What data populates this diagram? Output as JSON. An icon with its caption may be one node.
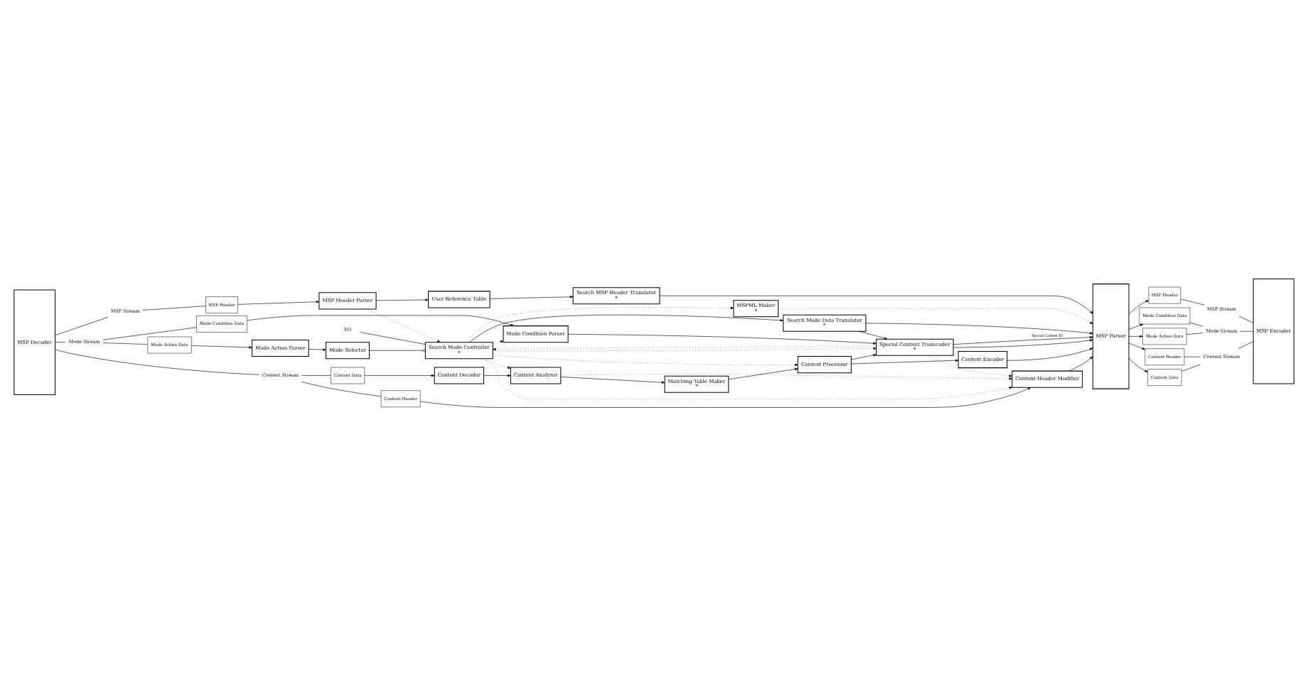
{
  "diagram": {
    "nodes": [
      {
        "text": [
          "MSP Decoder"
        ]
      },
      {
        "text": [
          "MSP Stream"
        ]
      },
      {
        "text": [
          "MSP Header"
        ]
      },
      {
        "text": [
          "MSP Header Parser"
        ]
      },
      {
        "text": [
          "User Reference Table"
        ]
      },
      {
        "text": [
          "Search MSP Header Translator",
          "*"
        ]
      },
      {
        "text": [
          "Mode Stream"
        ]
      },
      {
        "text": [
          "Mode Condition Data"
        ]
      },
      {
        "text": [
          "Mode Condition Parser"
        ]
      },
      {
        "text": [
          "Mode Action Data"
        ]
      },
      {
        "text": [
          "Mode Action Parser"
        ]
      },
      {
        "text": [
          "Mode Selector"
        ]
      },
      {
        "text": [
          "Search Mode Controller",
          "*"
        ]
      },
      {
        "text": [
          "MSPML Maker",
          "*"
        ]
      },
      {
        "text": [
          "Search Mode Data Translator",
          "*"
        ]
      },
      {
        "text": [
          "I/O"
        ]
      },
      {
        "text": [
          "Content Stream"
        ]
      },
      {
        "text": [
          "Content Header"
        ]
      },
      {
        "text": [
          "Content Data"
        ]
      },
      {
        "text": [
          "Content Header Modifier"
        ]
      },
      {
        "text": [
          "Content Decoder"
        ]
      },
      {
        "text": [
          "Content Analyzer"
        ]
      },
      {
        "text": [
          "Matching Table Maker",
          "*"
        ]
      },
      {
        "text": [
          "Content Processor"
        ]
      },
      {
        "text": [
          "Content Encoder"
        ]
      },
      {
        "text": [
          "Special Content Transcoder",
          "*"
        ]
      },
      {
        "text": [
          "MSP Parser"
        ]
      },
      {
        "text": [
          "MSP Stream"
        ]
      },
      {
        "text": [
          "MSP Header"
        ]
      },
      {
        "text": [
          "Mode Stream"
        ]
      },
      {
        "text": [
          "Mode Condition Data"
        ]
      },
      {
        "text": [
          "Mode Action Data"
        ]
      },
      {
        "text": [
          "Content Stream"
        ]
      },
      {
        "text": [
          "Content Header"
        ]
      },
      {
        "text": [
          "Content Data"
        ]
      },
      {
        "text": [
          "MSP Encoder"
        ]
      }
    ],
    "edges": [
      {
        "from": 0,
        "to": 1,
        "arrow": "none"
      },
      {
        "from": 1,
        "to": 2,
        "arrow": "none"
      },
      {
        "from": 2,
        "to": 3,
        "arrow": "to"
      },
      {
        "from": 3,
        "to": 4,
        "arrow": "to"
      },
      {
        "from": 4,
        "to": 5,
        "arrow": "to"
      },
      {
        "from": 5,
        "to": 26,
        "arrow": "to"
      },
      {
        "from": 3,
        "to": 12,
        "arrow": "to",
        "style": "dashed"
      },
      {
        "from": 0,
        "to": 6,
        "arrow": "none"
      },
      {
        "from": 6,
        "to": 7,
        "arrow": "none"
      },
      {
        "from": 6,
        "to": 9,
        "arrow": "none"
      },
      {
        "from": 7,
        "to": 8,
        "arrow": "to"
      },
      {
        "from": 9,
        "to": 10,
        "arrow": "to"
      },
      {
        "from": 10,
        "to": 11,
        "arrow": "to"
      },
      {
        "from": 11,
        "to": 12,
        "arrow": "other"
      },
      {
        "from": 12,
        "to": 8,
        "arrow": "to",
        "style": "dashed"
      },
      {
        "from": 15,
        "to": 12,
        "arrow": "none"
      },
      {
        "from": 8,
        "to": 25,
        "arrow": "to"
      },
      {
        "from": 12,
        "to": 13,
        "arrow": "to",
        "style": "dashed"
      },
      {
        "from": 13,
        "to": 26,
        "arrow": "to",
        "style": "dashed"
      },
      {
        "from": 12,
        "to": 14,
        "arrow": "to"
      },
      {
        "from": 14,
        "to": 26,
        "arrow": "to"
      },
      {
        "from": 14,
        "to": 25,
        "arrow": "to"
      },
      {
        "from": 25,
        "to": 26,
        "arrow": "to"
      },
      {
        "from": 25,
        "to": 26,
        "arrow": "to",
        "label": "Special Content ID"
      },
      {
        "from": 0,
        "to": 16,
        "arrow": "none"
      },
      {
        "from": 16,
        "to": 17,
        "arrow": "none"
      },
      {
        "from": 16,
        "to": 18,
        "arrow": "none"
      },
      {
        "from": 17,
        "to": 19,
        "arrow": "to"
      },
      {
        "from": 19,
        "to": 26,
        "arrow": "to"
      },
      {
        "from": 18,
        "to": 20,
        "arrow": "to"
      },
      {
        "from": 20,
        "to": 21,
        "arrow": "to"
      },
      {
        "from": 21,
        "to": 22,
        "arrow": "to"
      },
      {
        "from": 22,
        "to": 23,
        "arrow": "to"
      },
      {
        "from": 23,
        "to": 24,
        "arrow": "to"
      },
      {
        "from": 24,
        "to": 26,
        "arrow": "to"
      },
      {
        "from": 21,
        "to": 19,
        "arrow": "to",
        "style": "dashed"
      },
      {
        "from": 12,
        "to": 19,
        "arrow": "to",
        "style": "dashed"
      },
      {
        "from": 12,
        "to": 21,
        "arrow": "to",
        "style": "dashed"
      },
      {
        "from": 12,
        "to": 25,
        "arrow": "to",
        "style": "dashed"
      },
      {
        "from": 25,
        "to": 12,
        "arrow": "to",
        "style": "dashed"
      },
      {
        "from": 25,
        "to": 19,
        "arrow": "to",
        "style": "dashed"
      },
      {
        "from": 12,
        "to": 23,
        "arrow": "to",
        "style": "dashed"
      },
      {
        "from": 23,
        "to": 25,
        "arrow": "to"
      },
      {
        "from": 26,
        "to": 28,
        "arrow": "to"
      },
      {
        "from": 26,
        "to": 30,
        "arrow": "to"
      },
      {
        "from": 26,
        "to": 31,
        "arrow": "to"
      },
      {
        "from": 26,
        "to": 33,
        "arrow": "to"
      },
      {
        "from": 26,
        "to": 34,
        "arrow": "to"
      },
      {
        "from": 28,
        "to": 27,
        "arrow": "none"
      },
      {
        "from": 27,
        "to": 35,
        "arrow": "none"
      },
      {
        "from": 30,
        "to": 29,
        "arrow": "none"
      },
      {
        "from": 31,
        "to": 29,
        "arrow": "none"
      },
      {
        "from": 29,
        "to": 35,
        "arrow": "none"
      },
      {
        "from": 33,
        "to": 32,
        "arrow": "none"
      },
      {
        "from": 34,
        "to": 32,
        "arrow": "none"
      },
      {
        "from": 32,
        "to": 35,
        "arrow": "none"
      }
    ]
  }
}
